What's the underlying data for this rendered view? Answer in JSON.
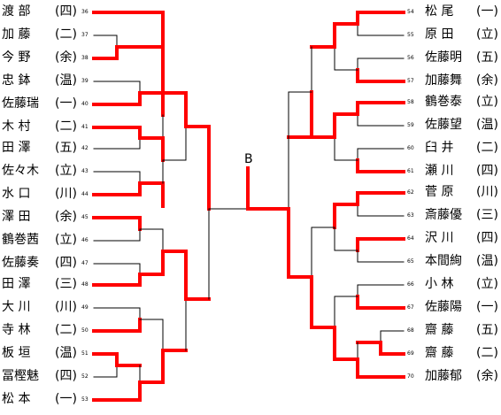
{
  "bracket_label": "B",
  "colors": {
    "win": "#ff0000",
    "line": "#000000"
  },
  "left": [
    {
      "name": "渡 部",
      "team": "(四)",
      "seed": "36"
    },
    {
      "name": "加 藤",
      "team": "(二)",
      "seed": "37"
    },
    {
      "name": "今 野",
      "team": "(余)",
      "seed": "38"
    },
    {
      "name": "忠 鉢",
      "team": "(温)",
      "seed": "39"
    },
    {
      "name": "佐藤瑞",
      "team": "(一)",
      "seed": "40"
    },
    {
      "name": "木 村",
      "team": "(二)",
      "seed": "41"
    },
    {
      "name": "田 澤",
      "team": "(五)",
      "seed": "42"
    },
    {
      "name": "佐々木",
      "team": "(立)",
      "seed": "43"
    },
    {
      "name": "水 口",
      "team": "(川)",
      "seed": "44"
    },
    {
      "name": "澤 田",
      "team": "(余)",
      "seed": "45"
    },
    {
      "name": "鶴巻茜",
      "team": "(立)",
      "seed": "46"
    },
    {
      "name": "佐藤奏",
      "team": "(四)",
      "seed": "47"
    },
    {
      "name": "田 澤",
      "team": "(三)",
      "seed": "48"
    },
    {
      "name": "大 川",
      "team": "(川)",
      "seed": "49"
    },
    {
      "name": "寺 林",
      "team": "(二)",
      "seed": "50"
    },
    {
      "name": "板 垣",
      "team": "(温)",
      "seed": "51"
    },
    {
      "name": "冨樫魅",
      "team": "(四)",
      "seed": "52"
    },
    {
      "name": "松 本",
      "team": "(一)",
      "seed": "53"
    }
  ],
  "right": [
    {
      "name": "松 尾",
      "team": "(一)",
      "seed": "54"
    },
    {
      "name": "原 田",
      "team": "(立)",
      "seed": "55"
    },
    {
      "name": "佐藤明",
      "team": "(五)",
      "seed": "56"
    },
    {
      "name": "加藤舞",
      "team": "(余)",
      "seed": "57"
    },
    {
      "name": "鶴巻泰",
      "team": "(立)",
      "seed": "58"
    },
    {
      "name": "佐藤望",
      "team": "(温)",
      "seed": "59"
    },
    {
      "name": "臼 井",
      "team": "(二)",
      "seed": "60"
    },
    {
      "name": "瀬 川",
      "team": "(四)",
      "seed": "61"
    },
    {
      "name": "菅 原",
      "team": "(川)",
      "seed": "62"
    },
    {
      "name": "斎藤優",
      "team": "(三)",
      "seed": "63"
    },
    {
      "name": "沢 川",
      "team": "(四)",
      "seed": "64"
    },
    {
      "name": "本間絢",
      "team": "(温)",
      "seed": "65"
    },
    {
      "name": "小 林",
      "team": "(立)",
      "seed": "66"
    },
    {
      "name": "佐藤陽",
      "team": "(一)",
      "seed": "67"
    },
    {
      "name": "齋 藤",
      "team": "(五)",
      "seed": "68"
    },
    {
      "name": "齋 藤",
      "team": "(二)",
      "seed": "69"
    },
    {
      "name": "加藤郁",
      "team": "(余)",
      "seed": "70"
    }
  ]
}
